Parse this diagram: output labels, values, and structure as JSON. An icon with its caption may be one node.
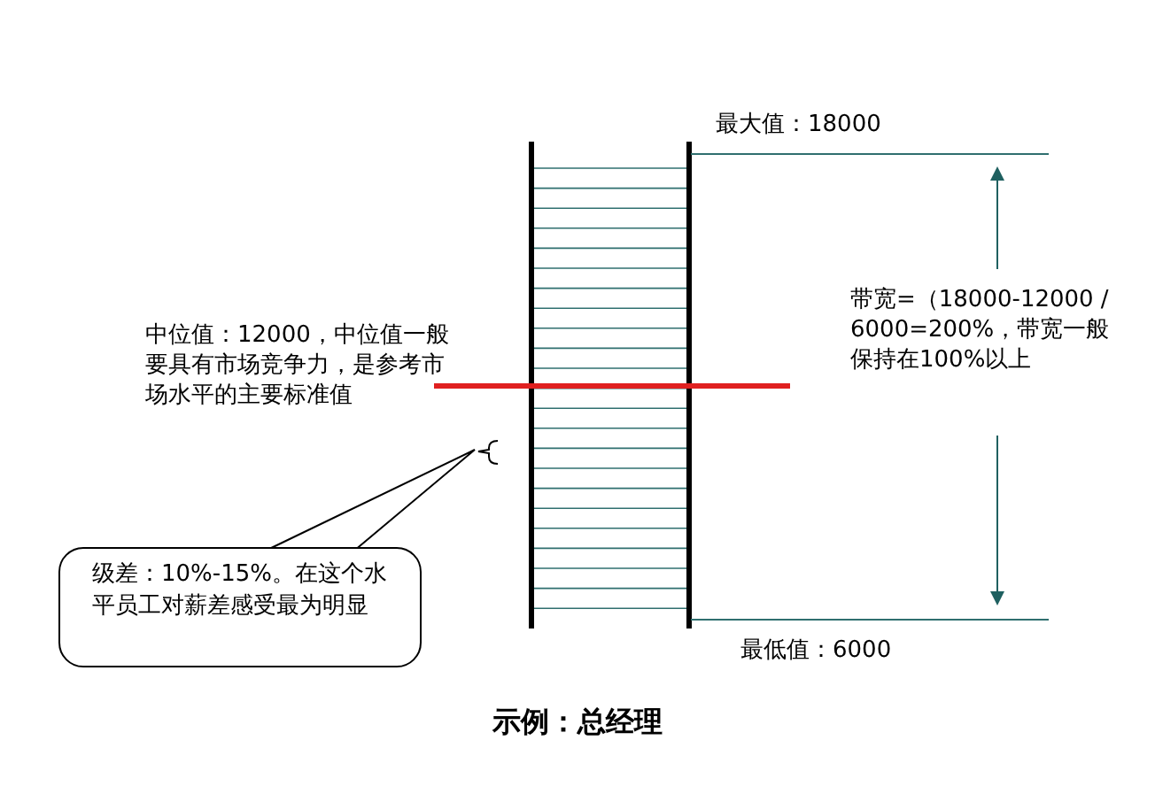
{
  "diagram": {
    "caption": "示例：总经理",
    "nodes": [
      {
        "text": [
          "级差：10%-15%。在这个水平员工对薪差感受最为明显"
        ]
      }
    ],
    "labels": [
      "最大值：18000",
      "中位值：12000，中位值一般要具有市场竞争力，是参考市场水平的主要标准值",
      "带宽=（18000-12000 / 6000=200%，带宽一般保持在100%以上",
      "最低值：6000"
    ]
  }
}
